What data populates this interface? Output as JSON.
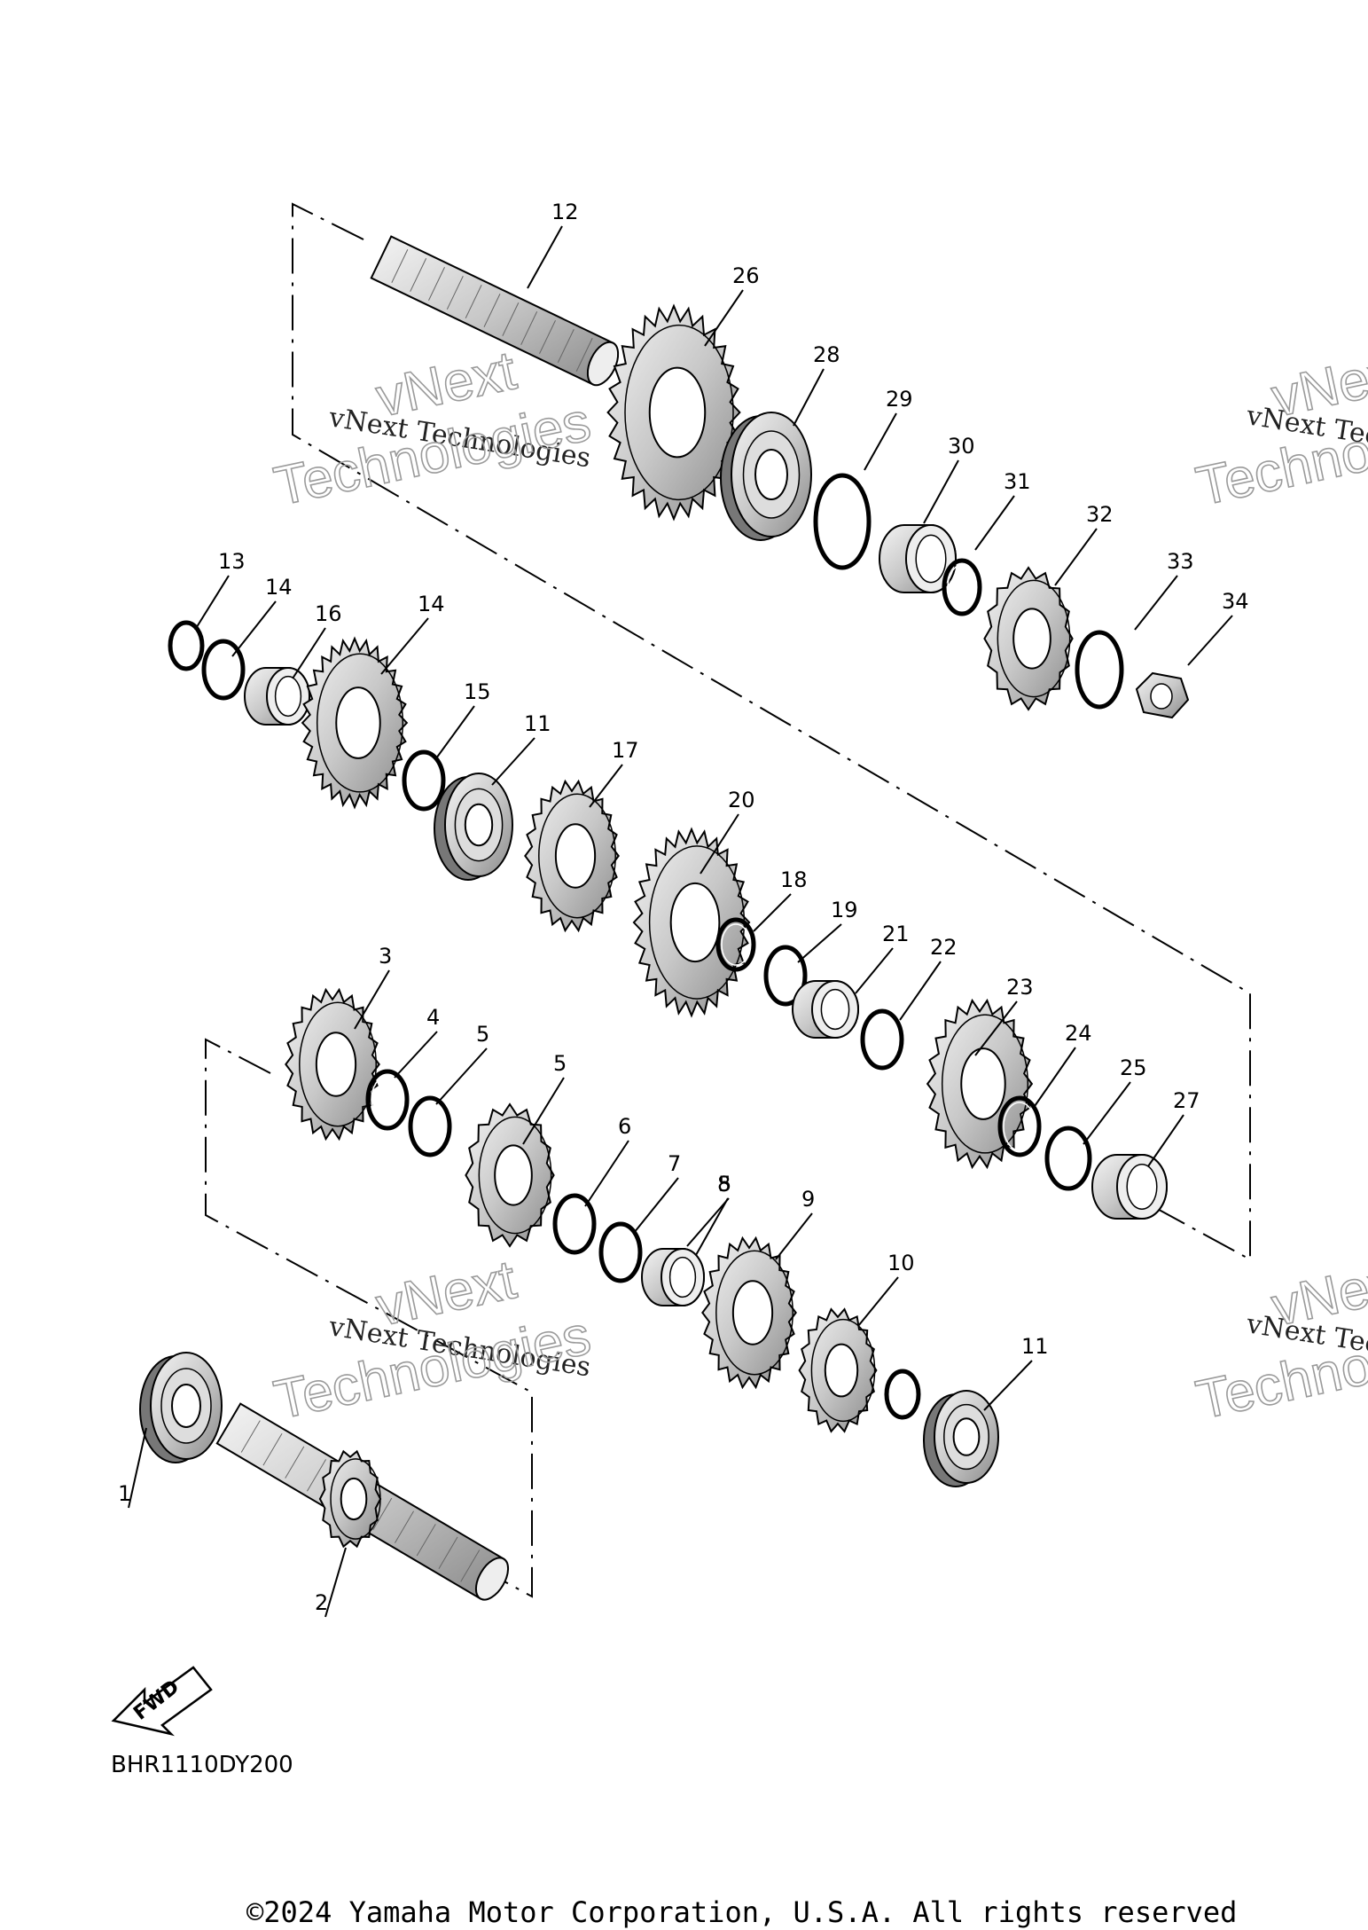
{
  "diagram": {
    "callouts": [
      "1",
      "2",
      "3",
      "4",
      "5",
      "5",
      "5",
      "6",
      "7",
      "8",
      "9",
      "10",
      "11",
      "11",
      "12",
      "13",
      "14",
      "14",
      "15",
      "16",
      "17",
      "18",
      "19",
      "20",
      "21",
      "22",
      "23",
      "24",
      "25",
      "26",
      "27",
      "28",
      "29",
      "30",
      "31",
      "32",
      "33",
      "34"
    ],
    "watermark_line1": "vNext Technologies",
    "watermark_big1": "vNext",
    "watermark_big2": "Technologies",
    "fwd_label": "FWD",
    "drawing_code": "BHR1110DY200",
    "copyright": "©2024 Yamaha Motor Corporation, U.S.A. All rights reserved"
  }
}
